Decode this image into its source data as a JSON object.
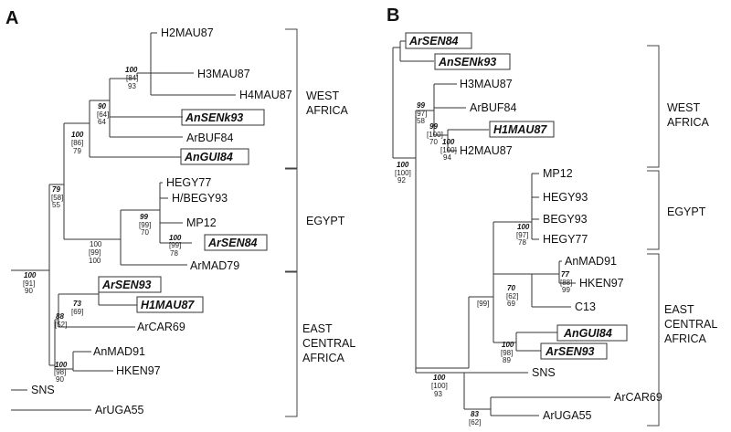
{
  "panels": {
    "A": {
      "letter": "A",
      "leaves": {
        "H2MAU87": "H2MAU87",
        "H3MAU87": "H3MAU87",
        "H4MAU87": "H4MAU87",
        "AnSENk93": "AnSENk93",
        "ArBUF84": "ArBUF84",
        "AnGUI84": "AnGUI84",
        "HEGY77": "HEGY77",
        "HBEGY93": "H/BEGY93",
        "MP12": "MP12",
        "ArSEN84": "ArSEN84",
        "ArMAD79": "ArMAD79",
        "ArSEN93": "ArSEN93",
        "H1MAU87": "H1MAU87",
        "ArCAR69": "ArCAR69",
        "AnMAD91": "AnMAD91",
        "HKEN97": "HKEN97",
        "SNS": "SNS",
        "ArUGA55": "ArUGA55"
      },
      "regions": {
        "west_1": "WEST",
        "west_2": "AFRICA",
        "egypt": "EGYPT",
        "east_1": "EAST",
        "east_2": "CENTRAL",
        "east_3": "AFRICA"
      },
      "bootstrap": {
        "n1_a": "100",
        "n1_b": "[84]",
        "n1_c": "93",
        "n2_a": "90",
        "n2_b": "[64]",
        "n2_c": "64",
        "n3_a": "100",
        "n3_b": "[86]",
        "n3_c": "79",
        "n4_a": "79",
        "n4_b": "[58]",
        "n4_c": "55",
        "n5_a": "99",
        "n5_b": "[99]",
        "n5_c": "70",
        "n6_a": "100",
        "n6_b": "[99]",
        "n6_c": "78",
        "n7_a": "100",
        "n7_b": "[99]",
        "n7_c": "100",
        "n8_a": "100",
        "n8_b": "[91]",
        "n8_c": "90",
        "n9_a": "73",
        "n9_b": "[69]",
        "n10_a": "88",
        "n10_b": "[52]",
        "n11_a": "100",
        "n11_b": "[98]",
        "n11_c": "90"
      }
    },
    "B": {
      "letter": "B",
      "leaves": {
        "ArSEN84": "ArSEN84",
        "AnSENk93": "AnSENk93",
        "H3MAU87": "H3MAU87",
        "ArBUF84": "ArBUF84",
        "H1MAU87": "H1MAU87",
        "H2MAU87": "H2MAU87",
        "MP12": "MP12",
        "HEGY93": "HEGY93",
        "BEGY93": "BEGY93",
        "HEGY77": "HEGY77",
        "AnMAD91": "AnMAD91",
        "HKEN97": "HKEN97",
        "C13": "C13",
        "AnGUI84": "AnGUI84",
        "ArSEN93": "ArSEN93",
        "SNS": "SNS",
        "ArCAR69": "ArCAR69",
        "ArUGA55": "ArUGA55"
      },
      "regions": {
        "west_1": "WEST",
        "west_2": "AFRICA",
        "egypt": "EGYPT",
        "east_1": "EAST",
        "east_2": "CENTRAL",
        "east_3": "AFRICA"
      },
      "bootstrap": {
        "n1_a": "99",
        "n1_b": "[97]",
        "n1_c": "58",
        "n2_a": "99",
        "n2_b": "[100]",
        "n2_c": "70",
        "n3_a": "100",
        "n3_b": "[100]",
        "n3_c": "94",
        "n4_a": "100",
        "n4_b": "[100]",
        "n4_c": "92",
        "n5_a": "100",
        "n5_b": "[97]",
        "n5_c": "78",
        "n6_a": "77",
        "n6_b": "[88]",
        "n6_c": "99",
        "n7_a": "70",
        "n7_b": "[62]",
        "n7_c": "69",
        "n8_b": "[99]",
        "n9_a": "100",
        "n9_b": "[98]",
        "n9_c": "89",
        "n10_a": "100",
        "n10_b": "[100]",
        "n10_c": "93",
        "n11_a": "83",
        "n11_b": "[62]"
      }
    }
  }
}
